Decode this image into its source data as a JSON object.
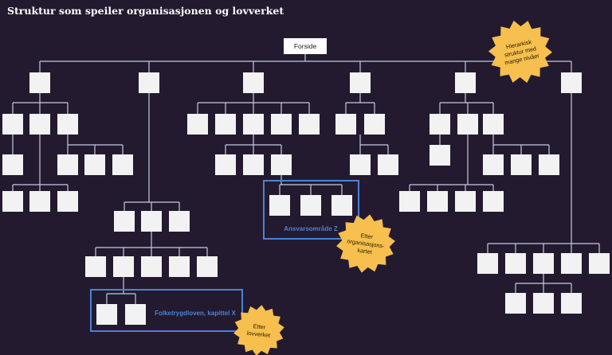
{
  "title": "Struktur som speiler organisasjonen og lovverket",
  "root_label": "Forside",
  "highlights": [
    {
      "label": "Ansvarsområde Z"
    },
    {
      "label": "Folketrygdloven, kapittel X"
    }
  ],
  "badges": [
    {
      "lines": [
        "Hierarkisk",
        "struktur med",
        "mange nivåer"
      ]
    },
    {
      "lines": [
        "Etter",
        "organisasjons-",
        "kartet"
      ]
    },
    {
      "lines": [
        "Etter",
        "lovverket"
      ]
    }
  ],
  "colors": {
    "background": "#231a2f",
    "node": "#f2f2f2",
    "connector": "#c5c9e6",
    "highlight": "#4a82d6",
    "badge": "#f6bf4e"
  }
}
